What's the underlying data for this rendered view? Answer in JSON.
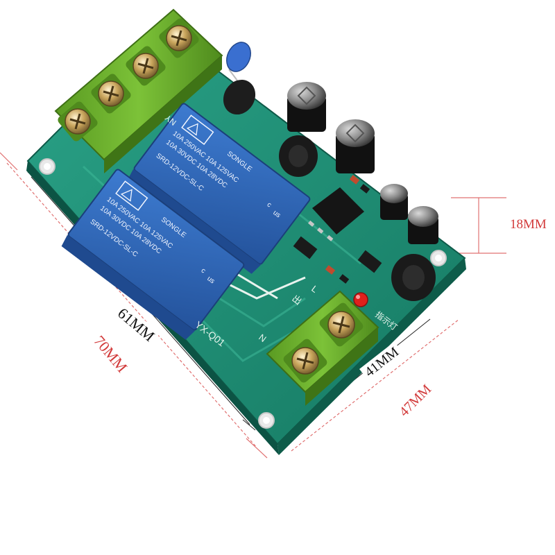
{
  "board": {
    "model": "YX-Q01",
    "brand_mark": "NY",
    "input_mark": "出",
    "lamp_mark": "指示灯",
    "terminal_marks": [
      "L",
      "N"
    ]
  },
  "relay1": {
    "brand": "SONGLE",
    "line1": "10A 250VAC  10A 125VAC",
    "line2": "10A 30VDC  10A 28VDC",
    "model": "SRD-12VDC-SL-C",
    "cert": "c",
    "ul": "us"
  },
  "relay2": {
    "brand": "SONGLE",
    "line1": "10A 250VAC  10A 125VAC",
    "line2": "10A 30VDC  10A 28VDC",
    "model": "SRD-12VDC-SL-C",
    "cert": "c",
    "ul": "us"
  },
  "dimensions": {
    "length_inner": "61MM",
    "length_outer": "70MM",
    "width_inner": "41MM",
    "width_outer": "47MM",
    "height": "18MM"
  },
  "colors": {
    "pcb": "#1f8f77",
    "relay": "#2f66b8",
    "terminal": "#6cb02c",
    "dim_red": "#d23a3a"
  }
}
